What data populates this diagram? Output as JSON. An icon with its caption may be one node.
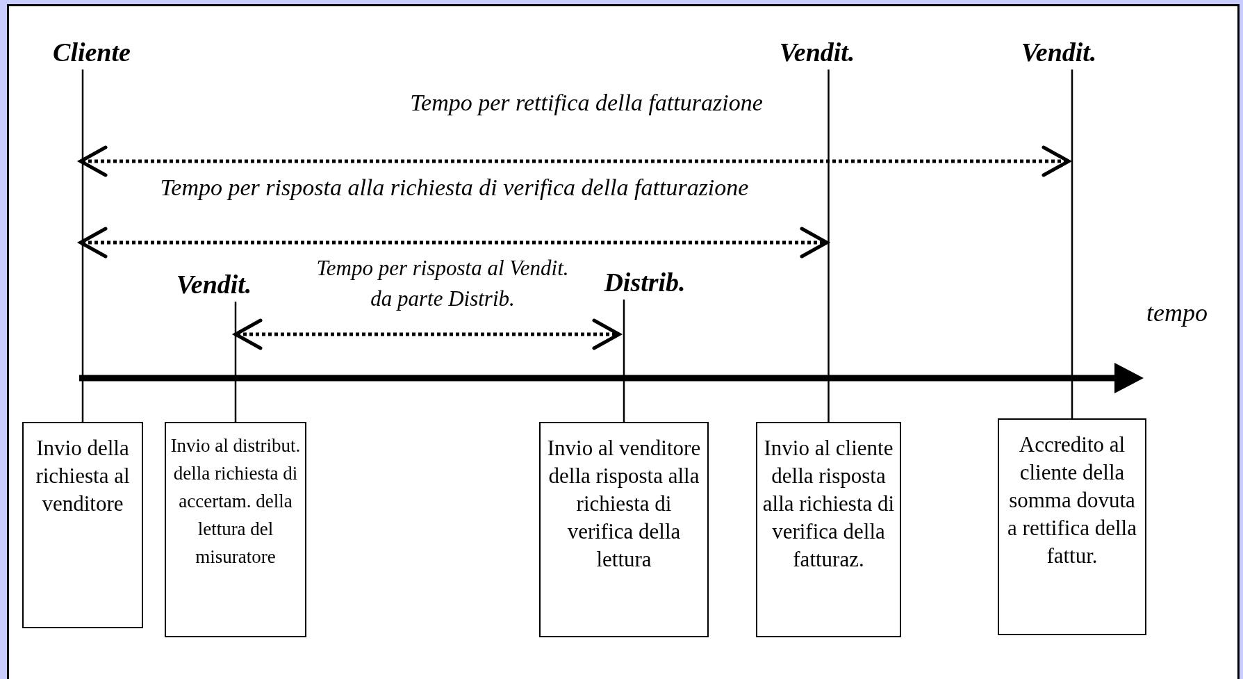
{
  "diagram": {
    "nodes": [
      {
        "text": [
          "Cliente"
        ]
      },
      {
        "text": [
          "Vendit."
        ]
      },
      {
        "text": [
          "Vendit."
        ]
      },
      {
        "text": [
          "Vendit."
        ]
      },
      {
        "text": [
          "Distrib."
        ]
      },
      {
        "text": [
          "Invio della richiesta al venditore"
        ]
      },
      {
        "text": [
          "Invio al distribut. della richiesta di accertam. della lettura del misuratore"
        ]
      },
      {
        "text": [
          "Invio al venditore della risposta alla richiesta di verifica della lettura"
        ]
      },
      {
        "text": [
          "Invio al cliente della risposta alla richiesta di verifica della fatturaz."
        ]
      },
      {
        "text": [
          "Accredito al cliente della somma dovuta a rettifica della fattur."
        ]
      }
    ],
    "edges": [
      {
        "from": 0,
        "to": 5,
        "arrow": "none"
      },
      {
        "from": 3,
        "to": 6,
        "arrow": "none"
      },
      {
        "from": 4,
        "to": 7,
        "arrow": "none"
      },
      {
        "from": 1,
        "to": 8,
        "arrow": "none"
      },
      {
        "from": 2,
        "to": 9,
        "arrow": "none"
      }
    ],
    "labels": [
      "Tempo per rettifica della fatturazione",
      "Tempo per risposta alla richiesta di verifica della fatturazione",
      "Tempo per risposta al Vendit. da parte Distrib.",
      "tempo"
    ]
  }
}
